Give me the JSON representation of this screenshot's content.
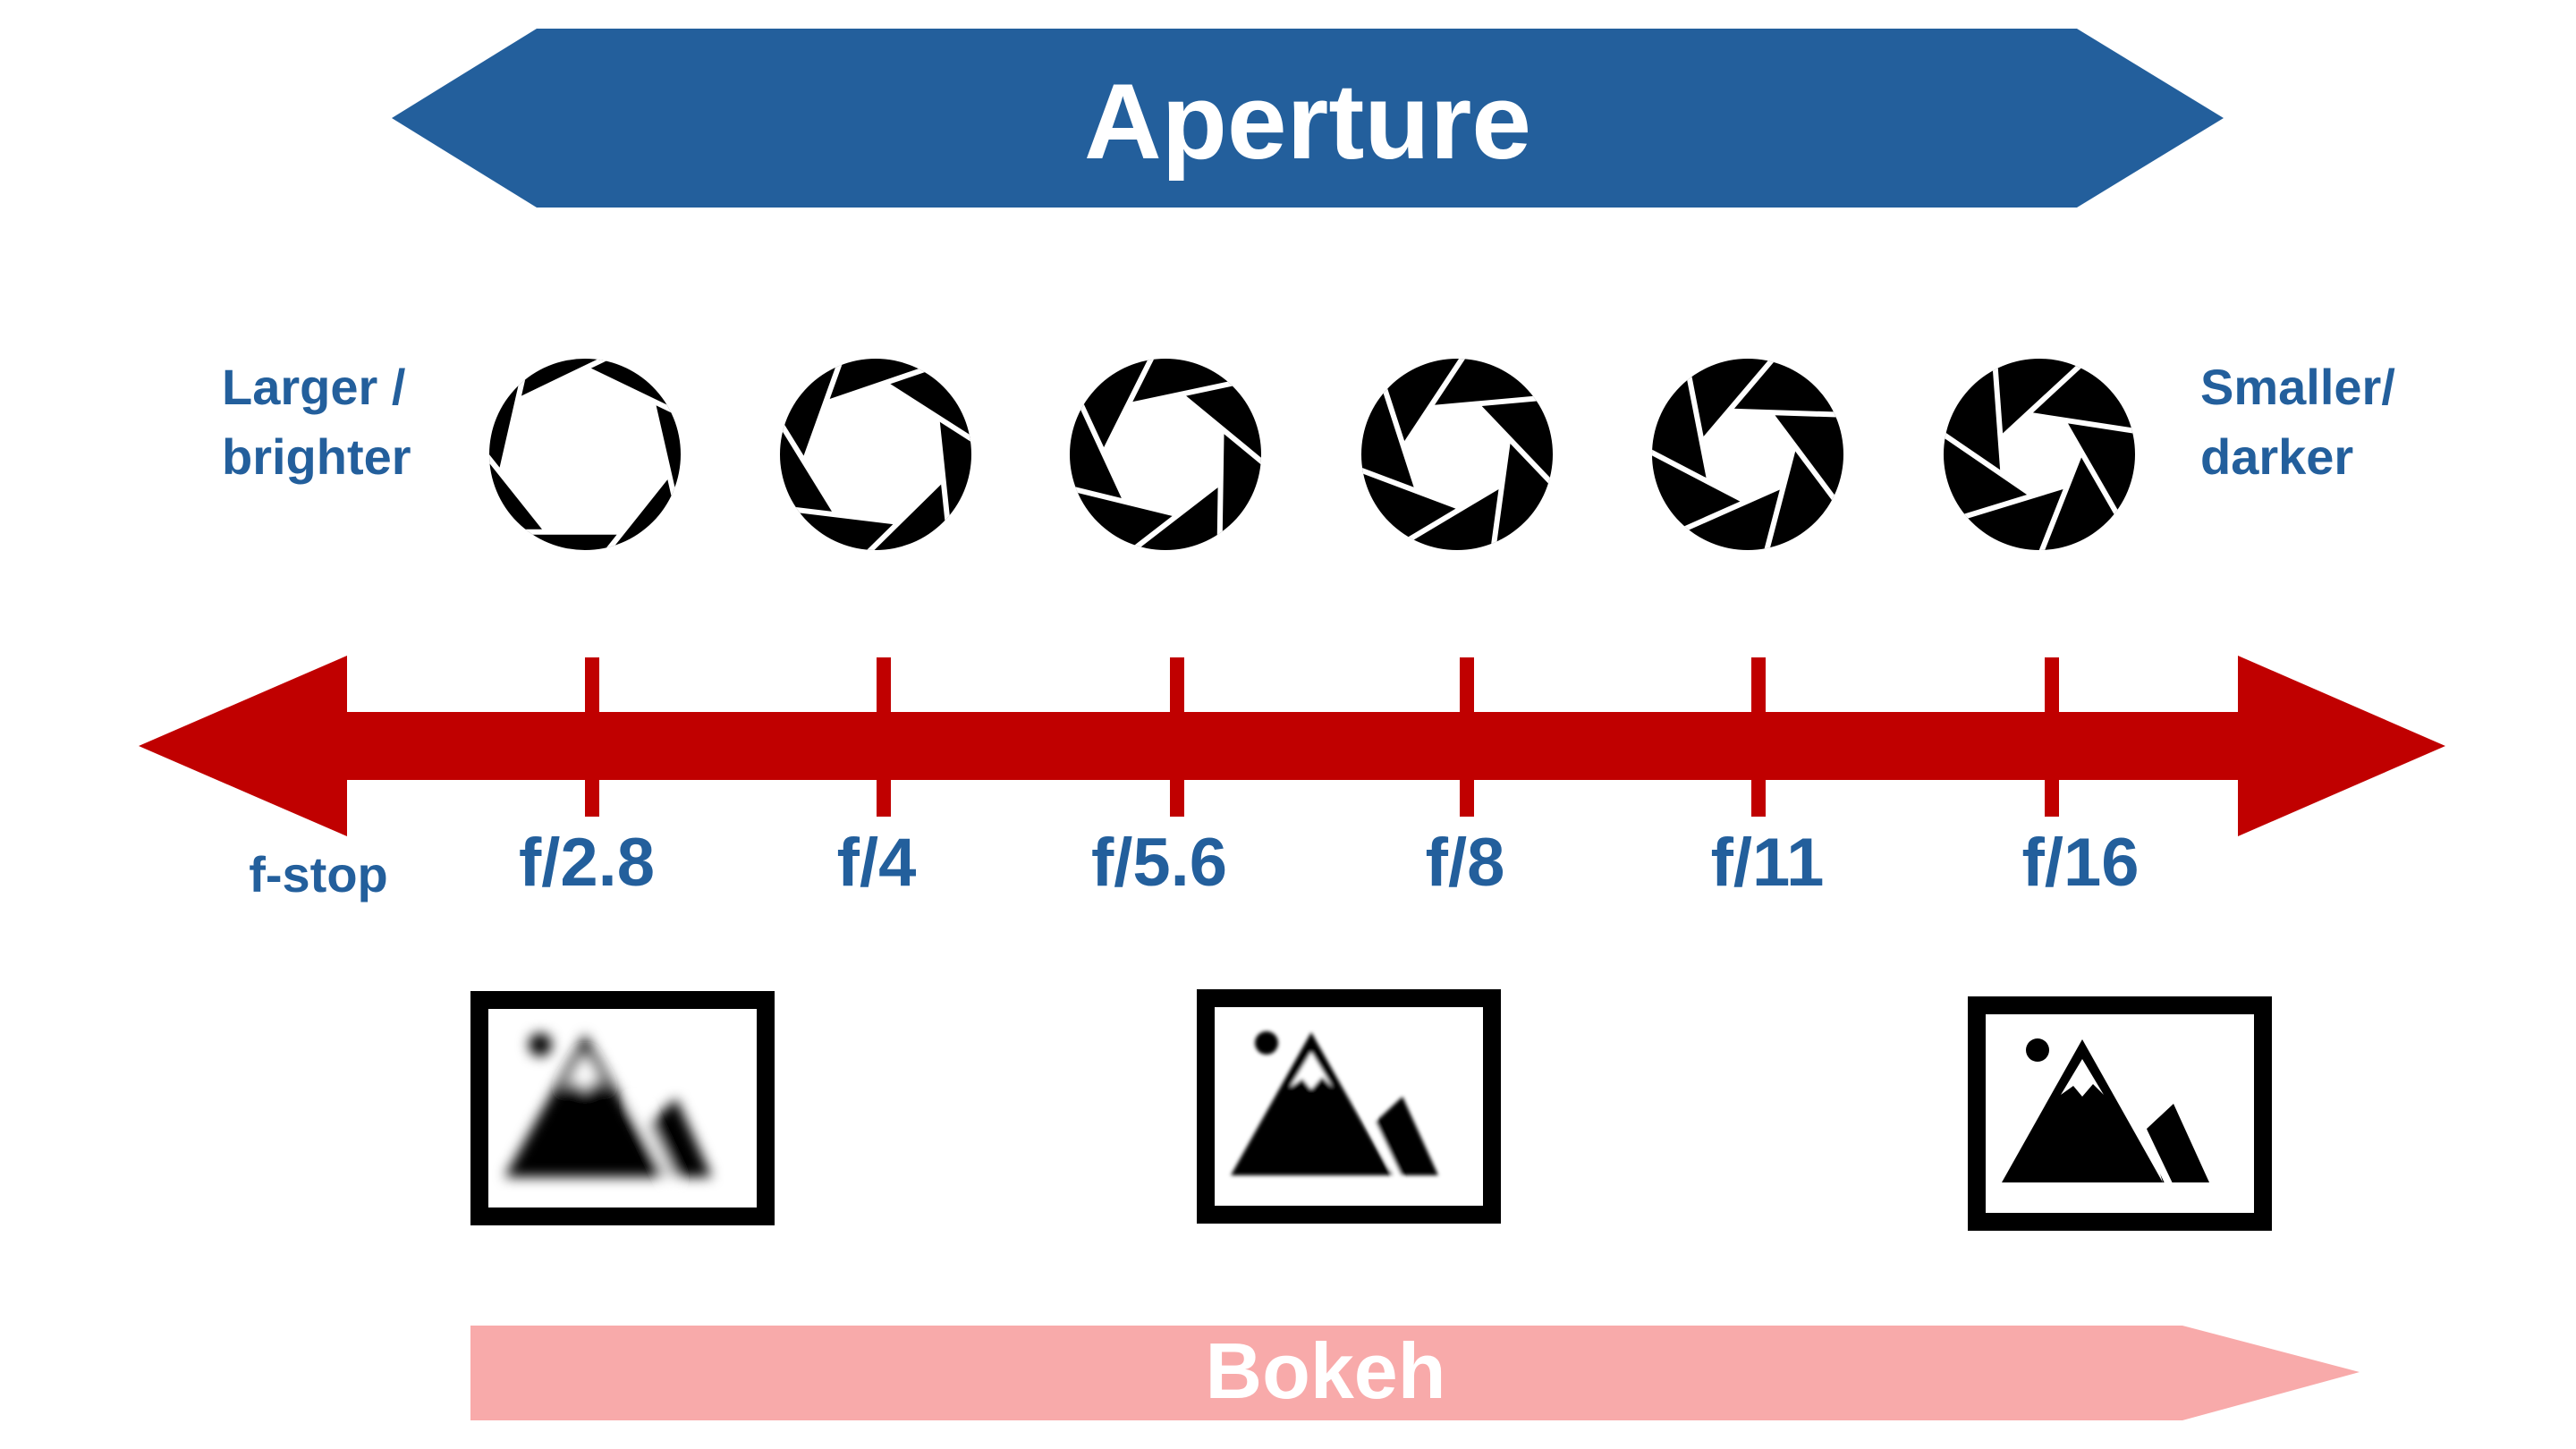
{
  "title": "Aperture",
  "left_label": [
    "Larger /",
    "brighter"
  ],
  "right_label": [
    "Smaller/",
    "darker"
  ],
  "axis_label": "f-stop",
  "f_stops": [
    {
      "label": "f/2.8",
      "opening": 1.0
    },
    {
      "label": "f/4",
      "opening": 0.74
    },
    {
      "label": "f/5.6",
      "opening": 0.56
    },
    {
      "label": "f/8",
      "opening": 0.42
    },
    {
      "label": "f/11",
      "opening": 0.3
    },
    {
      "label": "f/16",
      "opening": 0.2
    }
  ],
  "images": [
    {
      "name": "picture-icon-very-blurry",
      "blur": 7
    },
    {
      "name": "picture-icon-slightly-blurry",
      "blur": 2
    },
    {
      "name": "picture-icon-sharp",
      "blur": 0
    }
  ],
  "bokeh_label": "Bokeh",
  "colors": {
    "title_banner": "#235f9c",
    "title_text": "#ffffff",
    "label_text": "#235f9c",
    "axis_arrow": "#c00000",
    "bokeh_banner": "#f8aaaa",
    "bokeh_text": "#ffffff",
    "icon": "#000000"
  }
}
